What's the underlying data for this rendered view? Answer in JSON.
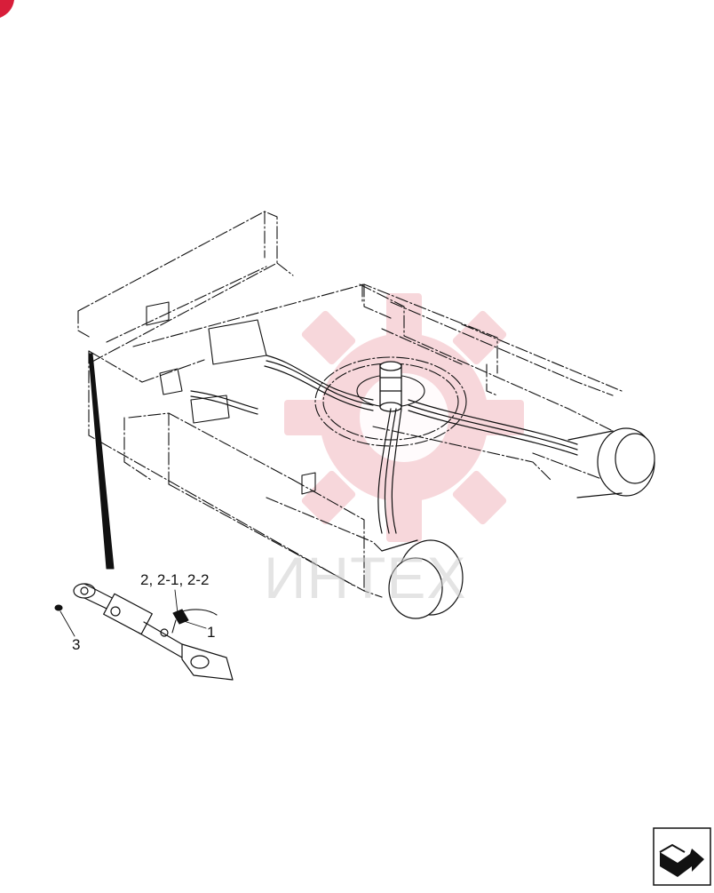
{
  "callouts": {
    "item_2": "2, 2-1, 2-2",
    "item_1": "1",
    "item_3": "3"
  },
  "watermark": {
    "text": "ИНТЕХ"
  },
  "navigation": {
    "next_icon": "next-page-arrow-icon"
  },
  "colors": {
    "line": "#111111",
    "watermark": "#f2b8be",
    "corner_mark": "#d81e3a"
  }
}
